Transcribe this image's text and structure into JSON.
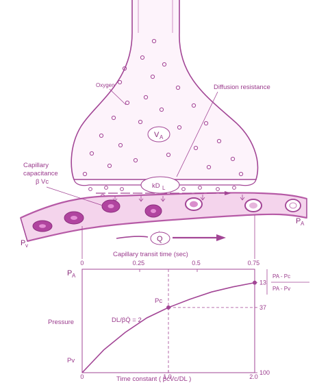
{
  "colors": {
    "ink": "#a24595",
    "dark": "#8a2e7c",
    "vessel": "#e9b9df",
    "vessel_light": "#f4d9ee",
    "cell_dark": "#b0449f",
    "text": "#9a3a8c"
  },
  "labels": {
    "oxygen": "Oxygen",
    "diffusion_resistance": "Diffusion resistance",
    "alveolar_volume": "V",
    "alveolar_volume_sub": "A",
    "membrane": "kD",
    "membrane_sub": "L",
    "capillary_capacitance_l1": "Capillary",
    "capillary_capacitance_l2": "capacitance",
    "capillary_capacitance_l3": "β",
    "capillary_capacitance_l3b": "Vc",
    "pv_symbol": "P",
    "pv_sub": "v",
    "pa_symbol": "P",
    "pa_sub": "A",
    "flow_symbol": "Q",
    "transit_time_label": "Capillary transit time (sec)"
  },
  "icons": {
    "red_cell": "red-blood-cell-icon",
    "oxygen_molecule": "oxygen-molecule-icon",
    "flow_arrow": "flow-arrow-icon"
  },
  "chart_data": {
    "type": "line",
    "top_axis": {
      "label": "Capillary transit time (sec)",
      "ticks": [
        "0",
        "0.25",
        "0.5",
        "0.75"
      ],
      "range": [
        0,
        0.75
      ]
    },
    "bottom_axis": {
      "label": "Time constant  ( βcVc/DL )",
      "ticks": [
        "0",
        "1.0",
        "2.0"
      ],
      "range": [
        0,
        2.0
      ]
    },
    "y_axis": {
      "label": "Pressure",
      "top_label": "P",
      "top_label_sub": "A",
      "bottom_label": "Pv"
    },
    "right_ticks": [
      "13",
      "37",
      "100"
    ],
    "point_label": "Pc",
    "curve_annotation": "DL/βQ̇ = 2",
    "ratio_label": {
      "numerator": "PA - Pc",
      "denominator": "PA - Pv"
    },
    "series": [
      {
        "x": [
          0,
          0.25,
          0.5,
          0.75,
          1.0,
          1.25,
          1.5,
          1.75,
          2.0
        ],
        "y": [
          0,
          0.22,
          0.39,
          0.53,
          0.63,
          0.71,
          0.78,
          0.83,
          0.87
        ]
      }
    ],
    "highlight": {
      "x": 1.0,
      "y": 0.63
    },
    "xlim": [
      0,
      2.0
    ],
    "ylim": [
      0,
      1.0
    ],
    "grid": false
  }
}
